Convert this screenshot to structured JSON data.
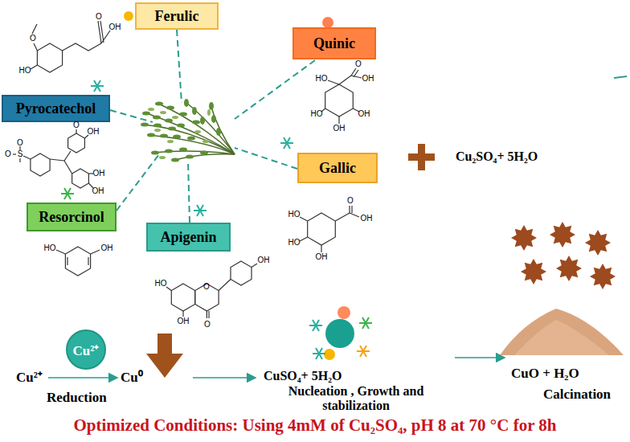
{
  "diagram": {
    "caption": "Optimized Conditions: Using 4mM of Cu₂SO₄, pH 8 at 70 °C for 8h",
    "nodes": [
      {
        "text": [
          "Ferulic"
        ]
      },
      {
        "text": [
          "Quinic"
        ]
      },
      {
        "text": [
          "Pyrocatechol"
        ]
      },
      {
        "text": [
          "Gallic"
        ]
      },
      {
        "text": [
          "Resorcinol"
        ]
      },
      {
        "text": [
          "Apigenin"
        ]
      },
      {
        "text": [
          "Cu²⁺"
        ]
      }
    ],
    "labels": [
      "Cu₂SO₄+ 5H₂O",
      "Cu²⁺",
      "Cu⁰",
      "Reduction",
      "CuSO₄+ 5H₂O",
      "Nucleation , Growth and stabilization",
      "CuO + H₂O",
      "Calcination",
      "O",
      "HO",
      "O",
      "OH",
      "HO",
      "O",
      "OH",
      "HO",
      "OH",
      "OH",
      "O",
      "OH",
      "OH",
      "OH",
      "S",
      "O",
      "O",
      "HO",
      "O",
      "OH",
      "HO",
      "OH",
      "HO",
      "OH",
      "OH",
      "HO",
      "O",
      "OH",
      "O"
    ]
  }
}
